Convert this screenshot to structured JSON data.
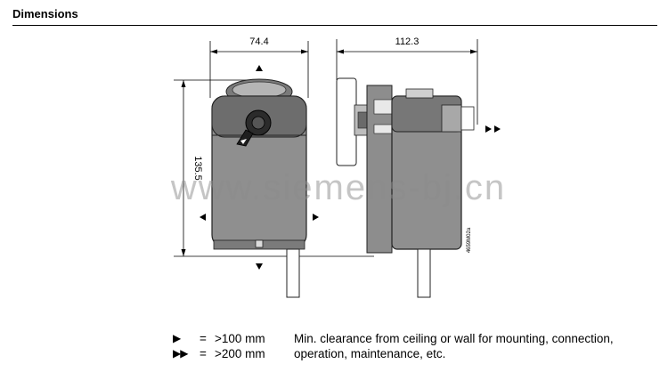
{
  "section_title": "Dimensions",
  "drawing": {
    "width_front": "74.4",
    "height_front": "135.5",
    "depth_side": "112.3",
    "part_code": "4659M02a",
    "watermark": "www.siemens-bj.cn"
  },
  "legend": [
    {
      "symbol": "▶",
      "equals": "=",
      "value": ">100 mm",
      "text": "Min. clearance from ceiling or wall for mounting, connection,"
    },
    {
      "symbol": "▶▶",
      "equals": "=",
      "value": ">200 mm",
      "text": "operation, maintenance, etc."
    }
  ]
}
